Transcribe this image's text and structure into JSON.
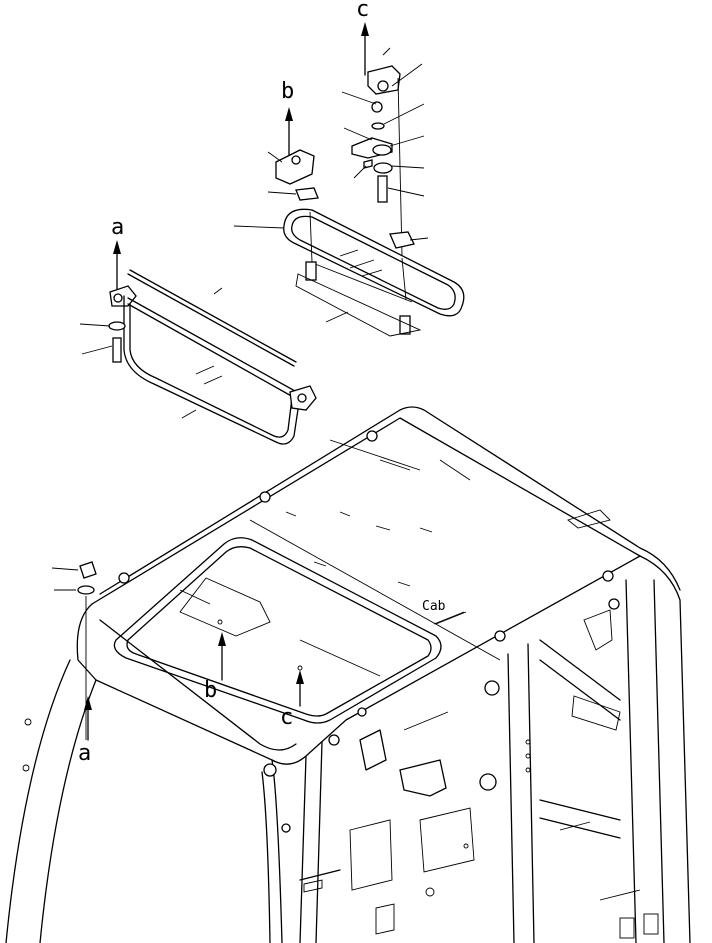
{
  "labels": {
    "ref_a_top": "a",
    "ref_a_bottom": "a",
    "ref_b_top": "b",
    "ref_b_bottom": "b",
    "ref_c_top": "c",
    "ref_c_bottom": "c",
    "cab": "Cab"
  }
}
